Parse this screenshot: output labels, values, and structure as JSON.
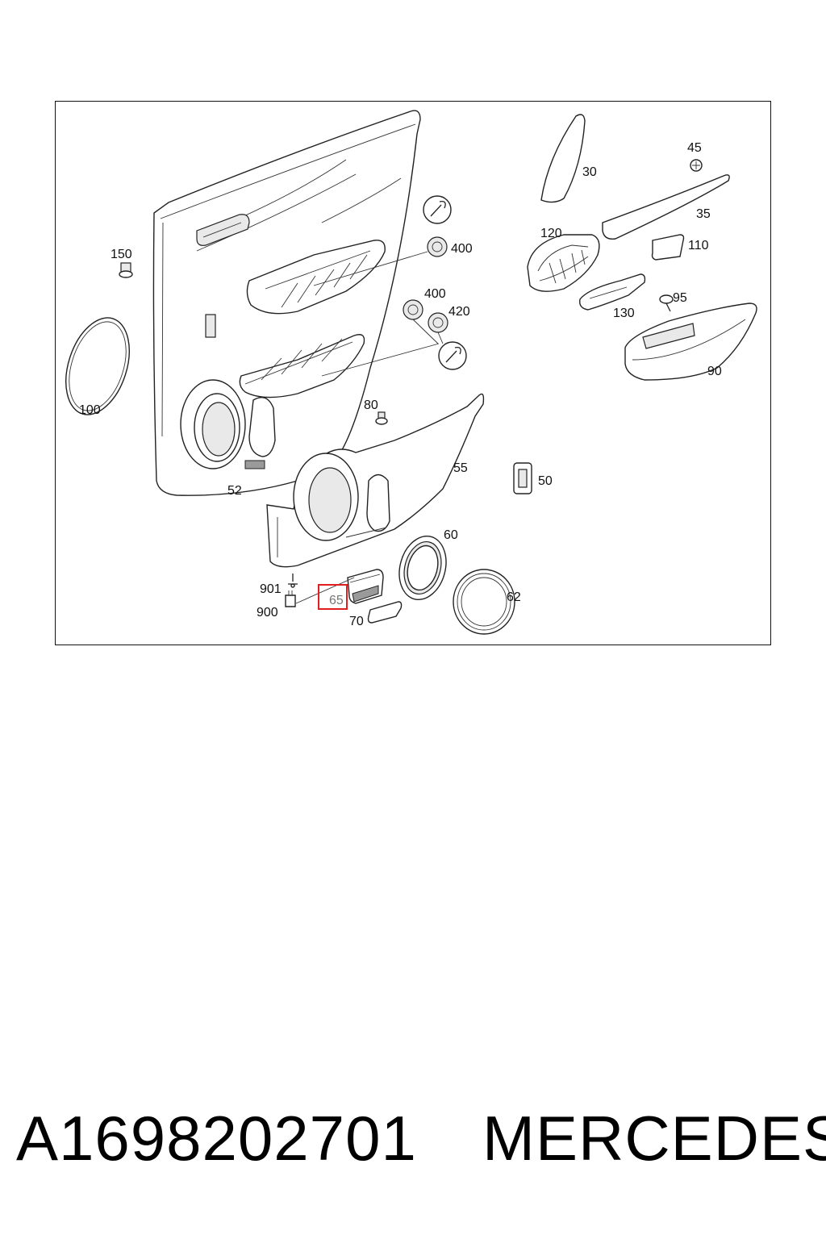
{
  "diagram": {
    "callouts": [
      {
        "id": "c30",
        "text": "30"
      },
      {
        "id": "c45",
        "text": "45"
      },
      {
        "id": "c35",
        "text": "35"
      },
      {
        "id": "c120",
        "text": "120"
      },
      {
        "id": "c110",
        "text": "110"
      },
      {
        "id": "c150",
        "text": "150"
      },
      {
        "id": "c400a",
        "text": "400"
      },
      {
        "id": "c400b",
        "text": "400"
      },
      {
        "id": "c420",
        "text": "420"
      },
      {
        "id": "c95",
        "text": "95"
      },
      {
        "id": "c130",
        "text": "130"
      },
      {
        "id": "c100",
        "text": "100"
      },
      {
        "id": "c90",
        "text": "90"
      },
      {
        "id": "c80",
        "text": "80"
      },
      {
        "id": "c55",
        "text": "55"
      },
      {
        "id": "c50",
        "text": "50"
      },
      {
        "id": "c52",
        "text": "52"
      },
      {
        "id": "c60",
        "text": "60"
      },
      {
        "id": "c901",
        "text": "901"
      },
      {
        "id": "c65",
        "text": "65"
      },
      {
        "id": "c900",
        "text": "900"
      },
      {
        "id": "c70",
        "text": "70"
      },
      {
        "id": "c62",
        "text": "62"
      }
    ],
    "highlighted_callout": "65",
    "highlight_color": "#e02020"
  },
  "footer": {
    "part_number": "A1698202701",
    "brand": "MERCEDES"
  }
}
